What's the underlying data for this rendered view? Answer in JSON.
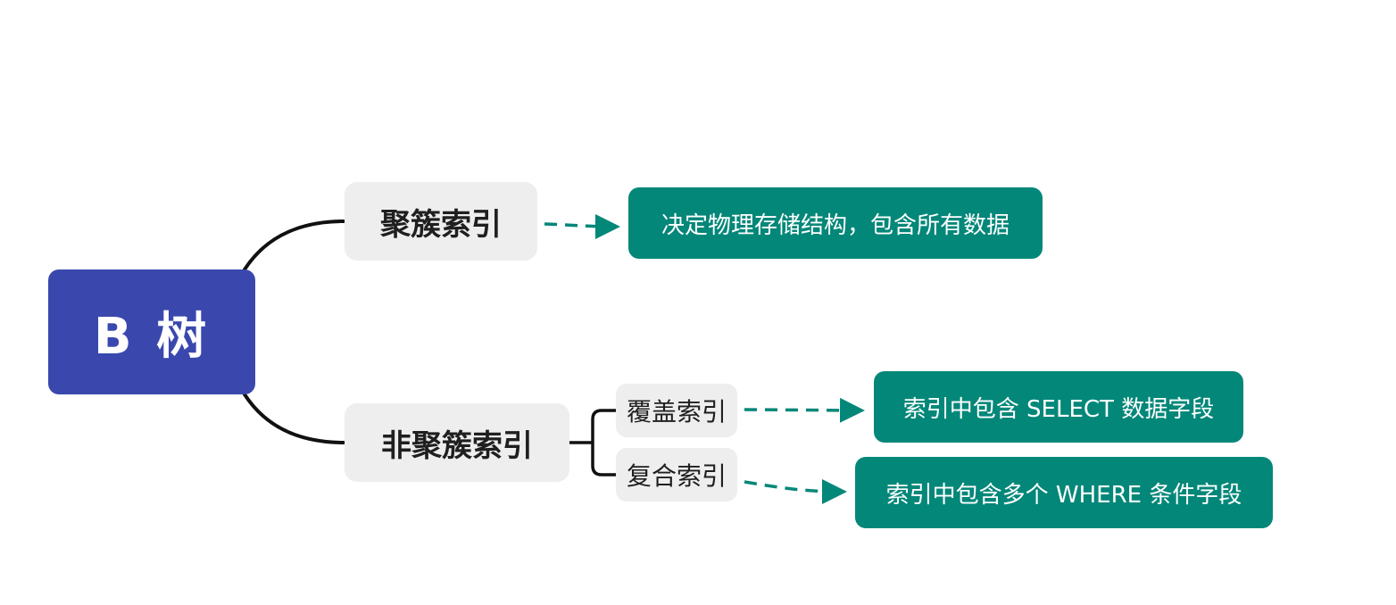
{
  "root": {
    "label": "B 树"
  },
  "branches": [
    {
      "label": "聚簇索引",
      "note": "决定物理存储结构，包含所有数据"
    },
    {
      "label": "非聚簇索引"
    }
  ],
  "sub_branches": [
    {
      "label": "覆盖索引",
      "note": "索引中包含 SELECT 数据字段"
    },
    {
      "label": "复合索引",
      "note": "索引中包含多个 WHERE 条件字段"
    }
  ],
  "colors": {
    "root": "#3a48ad",
    "branch_bg": "#eeeeee",
    "note_bg": "#038779",
    "connector": "#111111",
    "arrow": "#038779"
  }
}
